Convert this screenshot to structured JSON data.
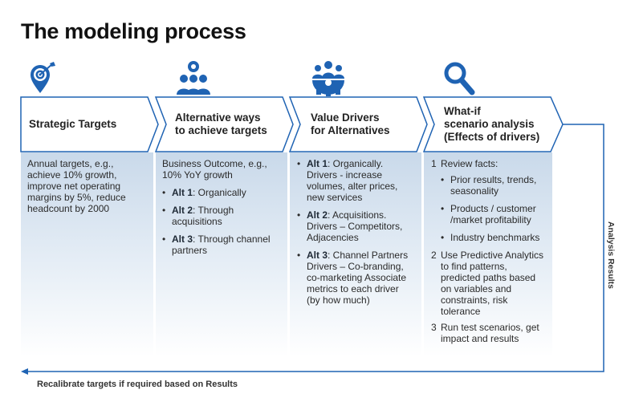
{
  "title": "The modeling process",
  "colors": {
    "accent": "#1f63b3",
    "outline": "#1f63b3",
    "column_top": "#c9d9ea"
  },
  "icons": [
    "target-icon",
    "team-icon",
    "gear-people-icon",
    "magnifier-icon"
  ],
  "steps": [
    {
      "label_lines": [
        "Strategic Targets"
      ]
    },
    {
      "label_lines": [
        "Alternative ways",
        "to achieve targets"
      ]
    },
    {
      "label_lines": [
        "Value Drivers",
        "for Alternatives"
      ]
    },
    {
      "label_lines": [
        "What-if",
        "scenario analysis",
        "(Effects of drivers)"
      ]
    }
  ],
  "col1": {
    "text": "Annual targets, e.g., achieve 10% growth, improve net operating margins by 5%, reduce headcount by 2000"
  },
  "col2": {
    "intro": "Business Outcome, e.g., 10% YoY growth",
    "items": [
      {
        "key": "Alt 1",
        "text": ": Organically"
      },
      {
        "key": "Alt 2",
        "text": ": Through acquisitions"
      },
      {
        "key": "Alt 3",
        "text": ": Through channel partners"
      }
    ]
  },
  "col3": {
    "items": [
      {
        "key": "Alt 1",
        "text": ":  Organically. Drivers -  increase volumes, alter prices, new services"
      },
      {
        "key": "Alt 2",
        "text": ": Acquisitions. Drivers – Competitors, Adjacencies"
      },
      {
        "key": "Alt 3",
        "text": ": Channel Partners Drivers – Co-branding, co-marketing Associate metrics to each driver (by how much)"
      }
    ]
  },
  "col4": {
    "n1": "1",
    "item1": "Review facts:",
    "sub": [
      "Prior results, trends, seasonality",
      "Products / customer /market profitability",
      "Industry benchmarks"
    ],
    "n2": "2",
    "item2": "Use Predictive Analytics to find patterns, predicted paths based on variables and constraints, risk tolerance",
    "n3": "3",
    "item3": "Run test scenarios, get impact and results"
  },
  "side_label": "Analysis Results",
  "bottom_label": "Recalibrate targets if required based on  Results"
}
